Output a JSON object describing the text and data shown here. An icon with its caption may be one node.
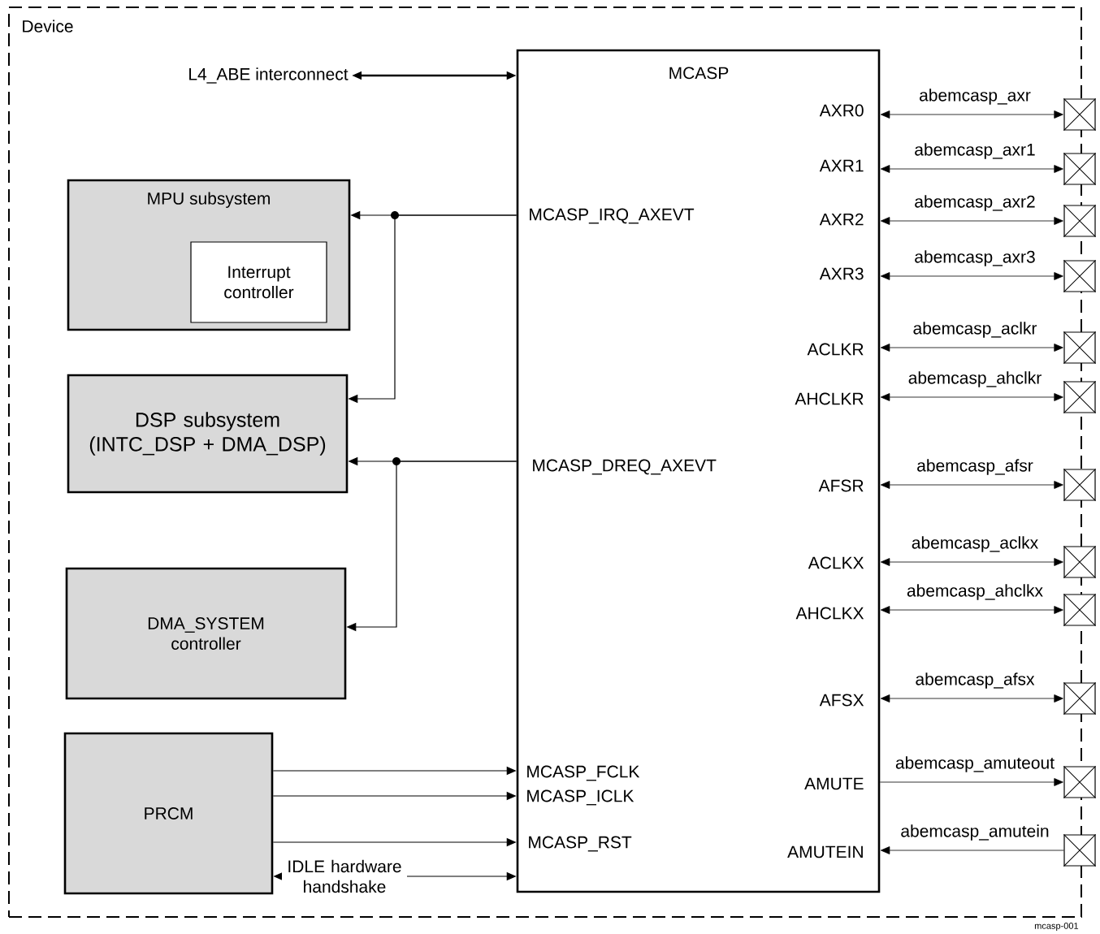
{
  "diagram": {
    "nodes": [
      {
        "text": [
          "Device"
        ]
      },
      {
        "text": [
          "L4_ABE interconnect"
        ],
        "in": 0
      },
      {
        "text": [
          "MCASP"
        ],
        "in": 0
      },
      {
        "text": [
          "MPU subsystem"
        ],
        "in": 0
      },
      {
        "text": [
          "Interrupt controller"
        ],
        "in": 3
      },
      {
        "text": [
          "DSP subsystem (INTC_DSP + DMA_DSP)"
        ],
        "in": 0
      },
      {
        "text": [
          "DMA_SYSTEM controller"
        ],
        "in": 0
      },
      {
        "text": [
          "PRCM"
        ],
        "in": 0
      },
      {
        "text": [],
        "shape": "box"
      },
      {
        "text": [],
        "shape": "box"
      },
      {
        "text": [],
        "shape": "box"
      },
      {
        "text": [],
        "shape": "box"
      },
      {
        "text": [],
        "shape": "box"
      },
      {
        "text": [],
        "shape": "box"
      },
      {
        "text": [],
        "shape": "box"
      },
      {
        "text": [],
        "shape": "box"
      },
      {
        "text": [],
        "shape": "box"
      },
      {
        "text": [],
        "shape": "box"
      },
      {
        "text": [],
        "shape": "box"
      },
      {
        "text": [],
        "shape": "box"
      }
    ],
    "edges": [
      {
        "from": 1,
        "to": 2,
        "arrow": "both"
      },
      {
        "from": 2,
        "to": 3,
        "arrow": "to"
      },
      {
        "from": 2,
        "to": 5,
        "arrow": "to"
      },
      {
        "from": 2,
        "to": 5,
        "arrow": "to"
      },
      {
        "from": 2,
        "to": 6,
        "arrow": "to"
      },
      {
        "from": 7,
        "to": 2,
        "arrow": "to"
      },
      {
        "from": 7,
        "to": 2,
        "arrow": "to"
      },
      {
        "from": 7,
        "to": 2,
        "arrow": "to"
      },
      {
        "from": 7,
        "to": 2,
        "arrow": "both",
        "label": "IDLE hardware handshake"
      },
      {
        "from": 2,
        "to": 8,
        "arrow": "both",
        "label": "abemcasp_axr"
      },
      {
        "from": 2,
        "to": 9,
        "arrow": "both",
        "label": "abemcasp_axr1"
      },
      {
        "from": 2,
        "to": 10,
        "arrow": "both",
        "label": "abemcasp_axr2"
      },
      {
        "from": 2,
        "to": 11,
        "arrow": "both",
        "label": "abemcasp_axr3"
      },
      {
        "from": 2,
        "to": 12,
        "arrow": "both",
        "label": "abemcasp_aclkr"
      },
      {
        "from": 2,
        "to": 13,
        "arrow": "both",
        "label": "abemcasp_ahclkr"
      },
      {
        "from": 2,
        "to": 14,
        "arrow": "both",
        "label": "abemcasp_afsr"
      },
      {
        "from": 2,
        "to": 15,
        "arrow": "both",
        "label": "abemcasp_aclkx"
      },
      {
        "from": 2,
        "to": 16,
        "arrow": "both",
        "label": "abemcasp_ahclkx"
      },
      {
        "from": 2,
        "to": 17,
        "arrow": "both",
        "label": "abemcasp_afsx"
      },
      {
        "from": 2,
        "to": 18,
        "arrow": "to",
        "label": "abemcasp_amuteout"
      },
      {
        "from": 19,
        "to": 2,
        "arrow": "to",
        "label": "abemcasp_amutein"
      }
    ],
    "labels": [
      "AXR0",
      "AXR1",
      "MCASP_IRQ_AXEVT",
      "AXR2",
      "AXR3",
      "ACLKR",
      "AHCLKR",
      "MCASP_DREQ_AXEVT",
      "AFSR",
      "ACLKX",
      "AHCLKX",
      "AFSX",
      "MCASP_FCLK",
      "AMUTE",
      "MCASP_ICLK",
      "MCASP_RST",
      "AMUTEIN",
      "mcasp-001"
    ]
  }
}
